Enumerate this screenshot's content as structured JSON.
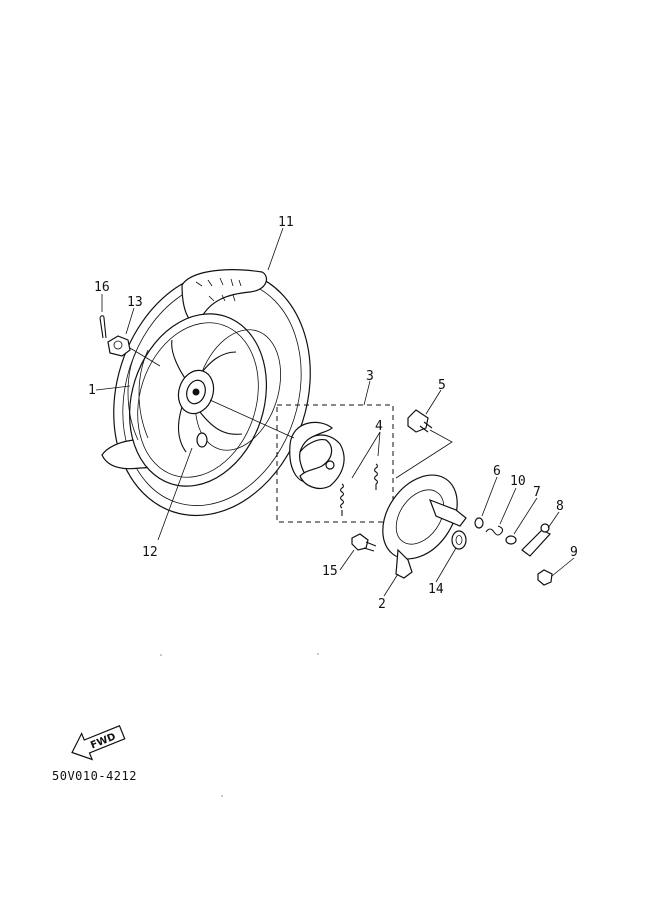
{
  "diagram": {
    "part_code": "50V010-4212",
    "fwd_label": "FWD",
    "callouts": [
      {
        "id": "c1",
        "text": "1"
      },
      {
        "id": "c2",
        "text": "2"
      },
      {
        "id": "c3",
        "text": "3"
      },
      {
        "id": "c4",
        "text": "4"
      },
      {
        "id": "c5",
        "text": "5"
      },
      {
        "id": "c6",
        "text": "6"
      },
      {
        "id": "c7",
        "text": "7"
      },
      {
        "id": "c8",
        "text": "8"
      },
      {
        "id": "c9",
        "text": "9"
      },
      {
        "id": "c10",
        "text": "10"
      },
      {
        "id": "c11",
        "text": "11"
      },
      {
        "id": "c12",
        "text": "12"
      },
      {
        "id": "c13",
        "text": "13"
      },
      {
        "id": "c14",
        "text": "14"
      },
      {
        "id": "c15",
        "text": "15"
      },
      {
        "id": "c16",
        "text": "16"
      }
    ]
  }
}
